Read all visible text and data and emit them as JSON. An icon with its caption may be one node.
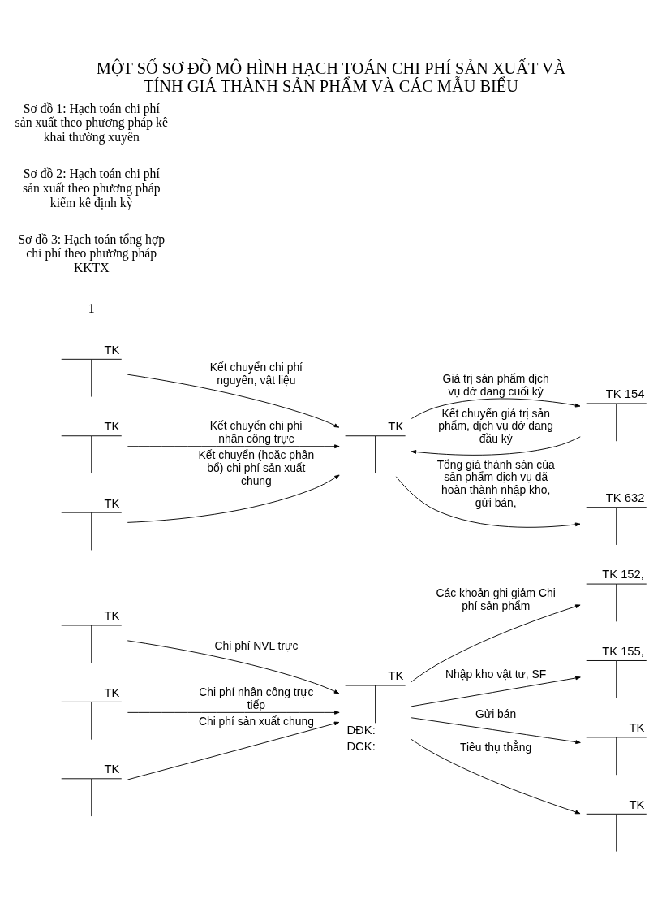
{
  "diagram": {
    "title": "MỘT SỐ SƠ ĐỒ MÔ HÌNH HẠCH TOÁN CHI PHÍ SẢN XUẤT VÀ TÍNH GIÁ THÀNH SẢN PHẨM VÀ CÁC MẪU BIỂU",
    "nodes": [
      {
        "text": [
          "TK"
        ]
      },
      {
        "text": [
          "TK"
        ]
      },
      {
        "text": [
          "TK"
        ]
      },
      {
        "text": [
          "TK",
          "DĐK:",
          "DCK:"
        ]
      },
      {
        "text": [
          "TK 152,"
        ]
      },
      {
        "text": [
          "TK 155,"
        ]
      },
      {
        "text": [
          "TK"
        ]
      },
      {
        "text": [
          "TK"
        ]
      },
      {
        "text": [
          "TK"
        ]
      },
      {
        "text": [
          "TK"
        ]
      },
      {
        "text": [
          "TK"
        ]
      },
      {
        "text": [
          "TK"
        ]
      },
      {
        "text": [
          "TK 154"
        ]
      },
      {
        "text": [
          "TK 632"
        ]
      }
    ],
    "edges": [
      {
        "from": 0,
        "to": 3,
        "arrow": "to",
        "label": "Chi phí NVL trực"
      },
      {
        "from": 1,
        "to": 3,
        "arrow": "to",
        "label": "Chi phí nhân công trực tiếp"
      },
      {
        "from": 2,
        "to": 3,
        "arrow": "to",
        "label": "Chi phí sản xuất chung"
      },
      {
        "from": 3,
        "to": 4,
        "arrow": "to",
        "label": "Các khoản ghi giảm Chi phí sản phẩm"
      },
      {
        "from": 3,
        "to": 5,
        "arrow": "to",
        "label": "Nhập kho vật tư, SF"
      },
      {
        "from": 3,
        "to": 6,
        "arrow": "to",
        "label": "Gửi bán"
      },
      {
        "from": 3,
        "to": 7,
        "arrow": "to",
        "label": "Tiêu thụ thẳng"
      },
      {
        "from": 12,
        "to": 11,
        "arrow": "to",
        "label": "Kết chuyển giá trị sản phẩm, dịch vụ dở dang đầu kỳ"
      },
      {
        "from": 8,
        "to": 11,
        "arrow": "to",
        "label": "Kết chuyển chi phí nguyên, vật liệu"
      },
      {
        "from": 11,
        "to": 12,
        "arrow": "to",
        "label": "Giá trị sản phẩm dịch vụ dở dang cuối kỳ"
      },
      {
        "from": 9,
        "to": 11,
        "arrow": "to",
        "label": "Kết chuyển chi phí nhân công trực"
      },
      {
        "from": 11,
        "to": 13,
        "arrow": "to",
        "label": "Tổng giá thành sản của sản phẩm dịch vụ đã hoàn thành nhập kho, gửi bán,"
      },
      {
        "from": 10,
        "to": 11,
        "arrow": "to",
        "label": "Kết chuyển (hoặc phân bổ) chi phí sản xuất chung"
      }
    ],
    "labels": [
      "Sơ đồ 1: Hạch toán chi phí sản xuất theo phương pháp kê khai thường xuyên",
      "Sơ đồ 2: Hạch toán chi phí sản xuất theo phương pháp kiểm kê định kỳ",
      "Sơ đồ 3: Hạch toán tổng hợp chi phí theo phương pháp KKTX",
      "1"
    ]
  }
}
